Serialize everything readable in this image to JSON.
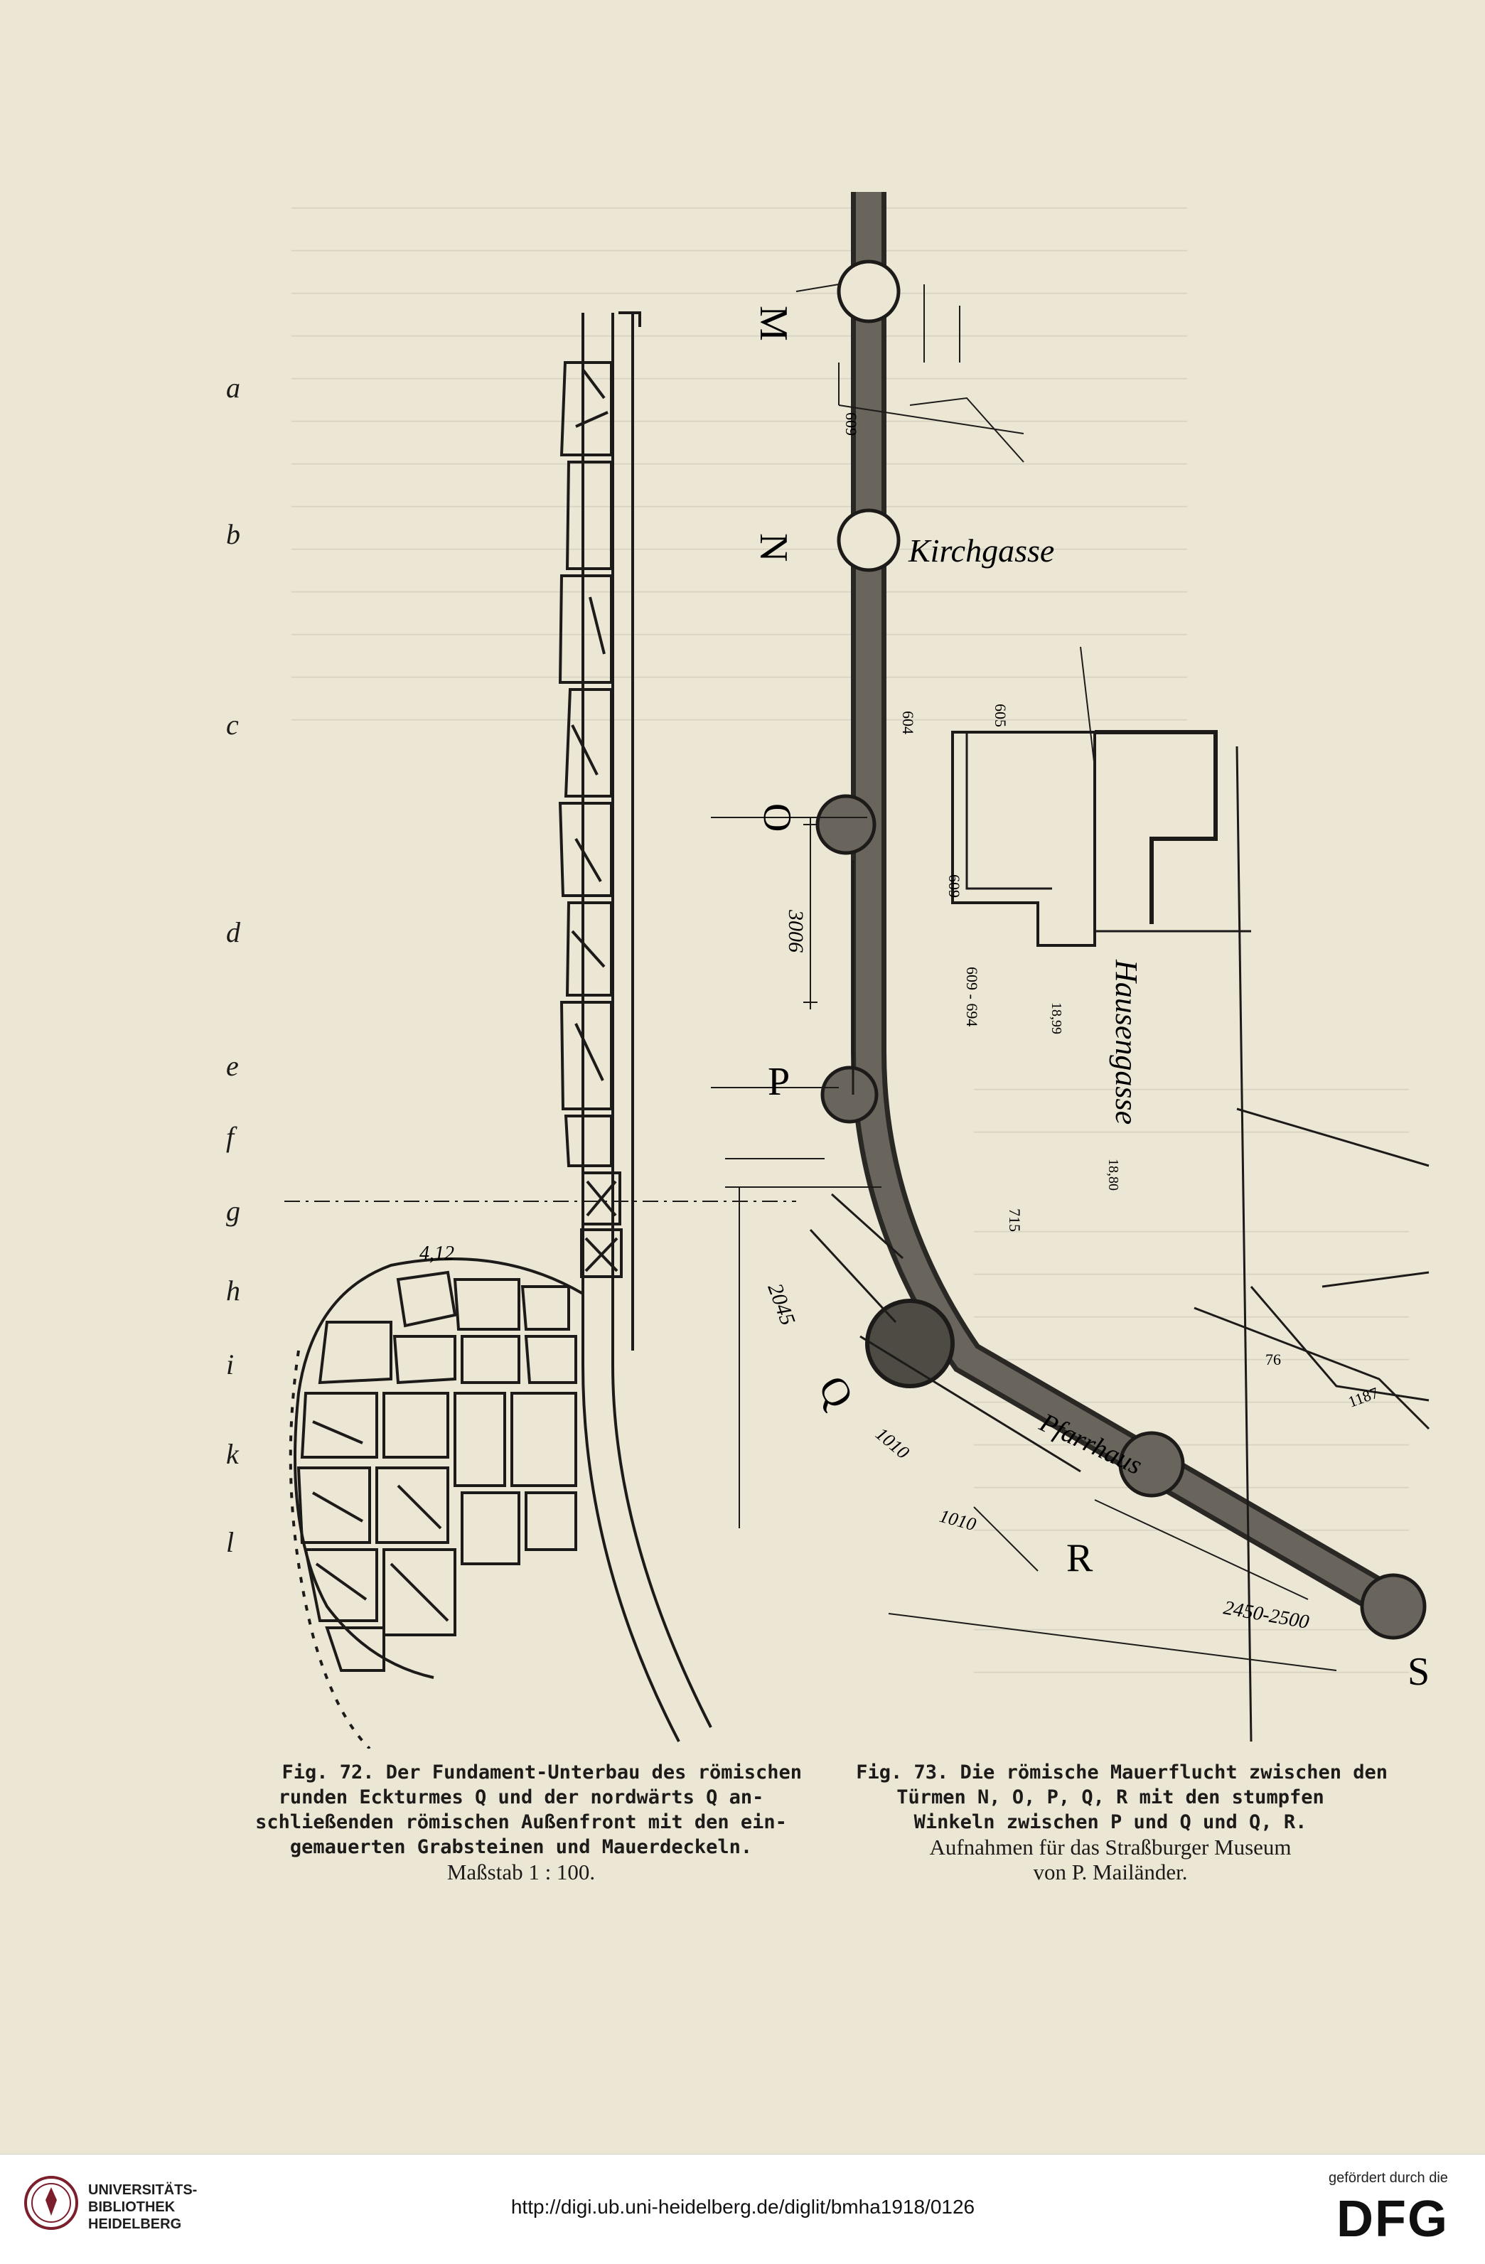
{
  "page": {
    "row_letters": [
      "a",
      "b",
      "c",
      "d",
      "e",
      "f",
      "g",
      "h",
      "i",
      "k",
      "l"
    ],
    "fig72_caption": {
      "lines": [
        "Fig. 72. Der Fundament-Unterbau des römischen",
        "runden Eckturmes Q und der nordwärts Q an-",
        "schließenden römischen Außenfront mit den ein-",
        "gemauerten Grabsteinen und Mauerdeckeln."
      ],
      "scale": "Maßstab 1 : 100."
    },
    "fig73_caption": {
      "lines": [
        "Fig. 73. Die römische Mauerflucht zwischen den",
        "Türmen N, O, P, Q, R mit den stumpfen",
        "Winkeln zwischen P und Q und Q, R."
      ],
      "sub1": "Aufnahmen für das Straßburger Museum",
      "sub2": "von P. Mailänder."
    },
    "plan_labels": {
      "tower_m": "M",
      "tower_n": "N",
      "tower_o": "O",
      "tower_p": "P",
      "tower_q": "Q",
      "tower_r": "R",
      "tower_s": "S",
      "street_kirch": "Kirchgasse",
      "street_hanse": "Hausengasse",
      "street_pfarr": "Pfarrhaus",
      "dim_3006": "3006",
      "dim_2045": "2045",
      "dim_1010a": "1010",
      "dim_1010b": "1010",
      "dim_2450": "2450-2500",
      "lot_609a": "609",
      "lot_609b": "609",
      "lot_604": "604",
      "lot_605": "605",
      "lot_609_694": "609 - 694",
      "lot_715": "715",
      "lot_1187": "1187",
      "lot_76": "76",
      "meas_412": "4,12",
      "meas_1880": "18,80",
      "meas_1899": "18,99"
    }
  },
  "footer": {
    "institution": [
      "UNIVERSITÄTS-",
      "BIBLIOTHEK",
      "HEIDELBERG"
    ],
    "url": "http://digi.ub.uni-heidelberg.de/diglit/bmha1918/0126",
    "funded_by": "gefördert durch die",
    "funder_logo": "DFG"
  }
}
